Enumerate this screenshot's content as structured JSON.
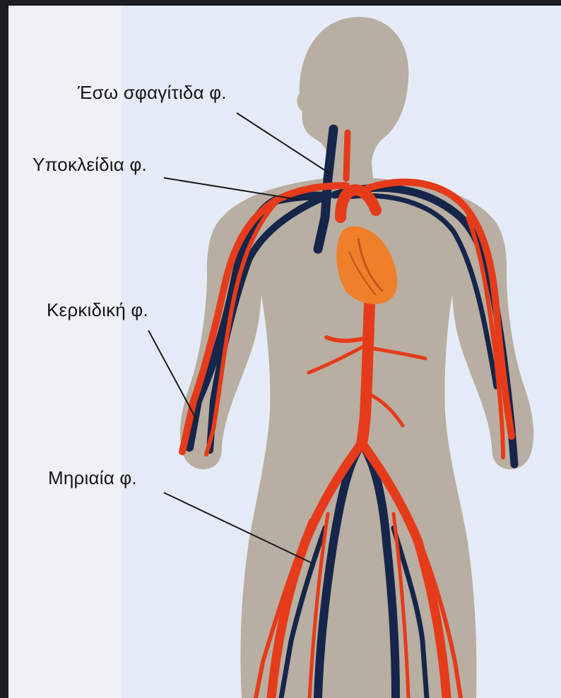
{
  "labels": {
    "internal_jugular": "Έσω σφαγίτιδα φ.",
    "subclavian": "Υποκλείδια φ.",
    "radial": "Κερκιδική φ.",
    "femoral": "Μηριαία φ."
  },
  "colors": {
    "background": "#e5ebf6",
    "outer_frame": "#1c1e23",
    "body": "#b8aea1",
    "artery": "#e53b1a",
    "vein": "#16254a",
    "heart": "#f07f2a",
    "leader_line": "#1a1a1a"
  }
}
